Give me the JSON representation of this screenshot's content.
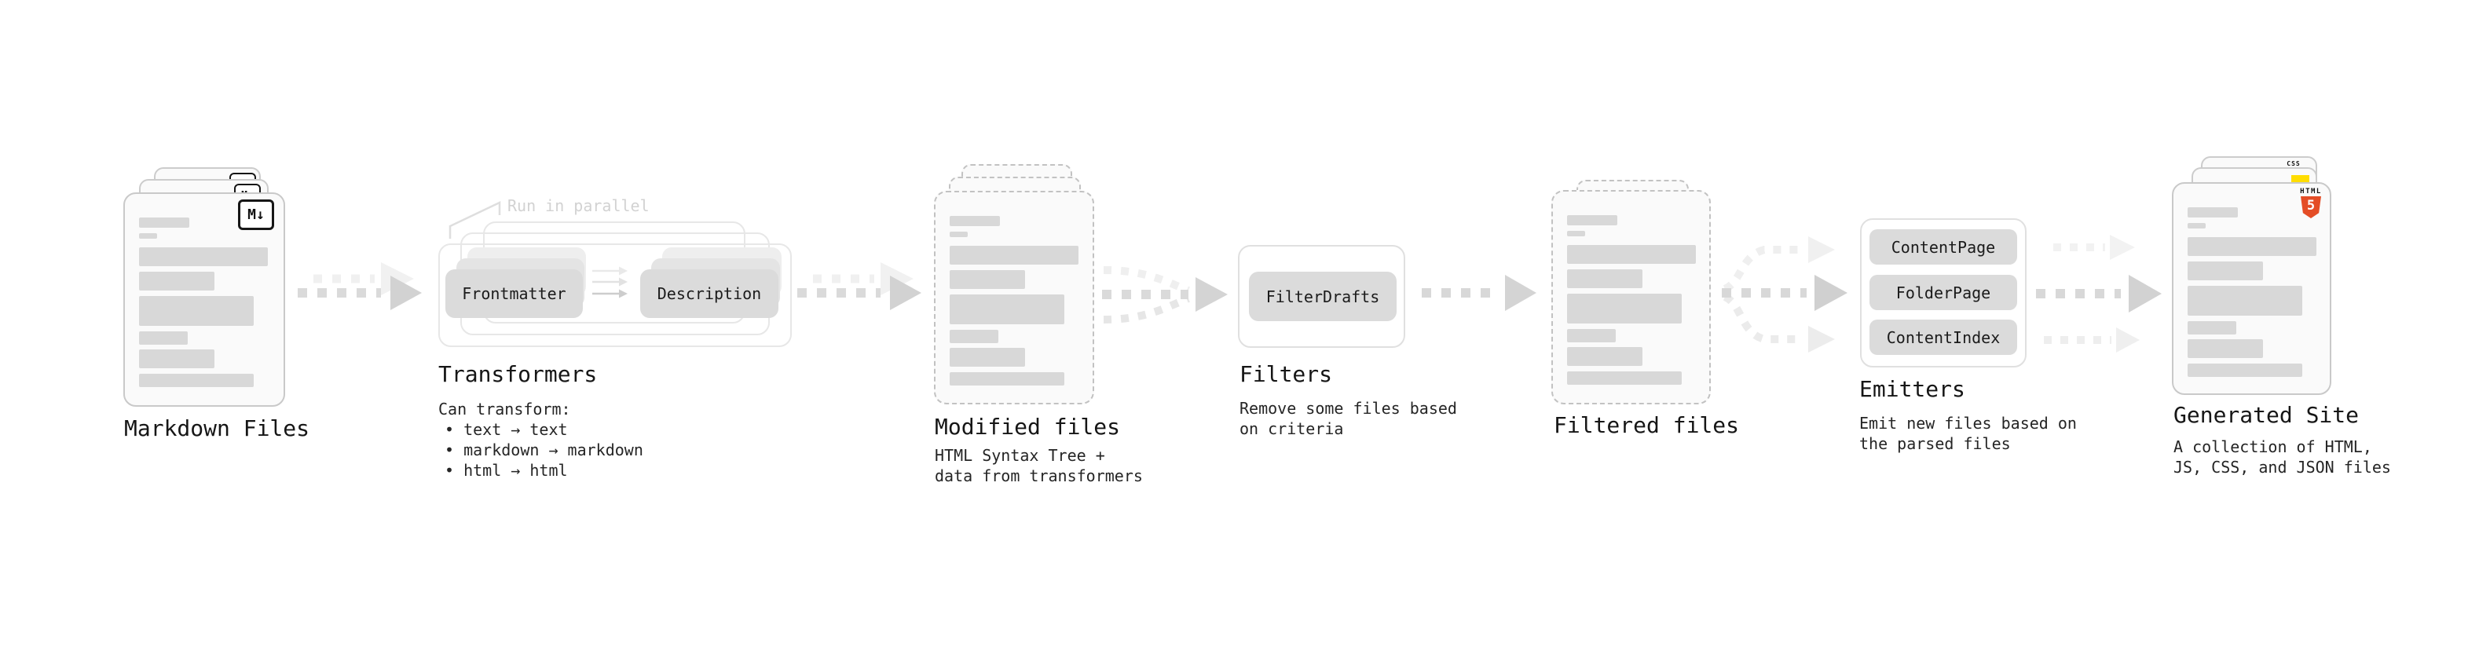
{
  "stages": {
    "markdown": {
      "label": "Markdown Files",
      "badge": "M↓"
    },
    "transformers": {
      "label": "Transformers",
      "annotation": "Run in parallel",
      "pills": {
        "frontmatter": "Frontmatter",
        "description": "Description"
      },
      "desc_title": "Can transform:",
      "bullets": {
        "b1": "• text → text",
        "b2": "• markdown → markdown",
        "b3": "• html → html"
      }
    },
    "modified": {
      "label": "Modified files",
      "desc_line1": "HTML Syntax Tree +",
      "desc_line2": "data from transformers"
    },
    "filters": {
      "label": "Filters",
      "pill": "FilterDrafts",
      "desc_line1": "Remove some files based",
      "desc_line2": "on criteria"
    },
    "filtered": {
      "label": "Filtered files"
    },
    "emitters": {
      "label": "Emitters",
      "pills": {
        "p1": "ContentPage",
        "p2": "FolderPage",
        "p3": "ContentIndex"
      },
      "desc_line1": "Emit new files based on",
      "desc_line2": "the parsed files"
    },
    "generated": {
      "label": "Generated Site",
      "desc_line1": "A collection of HTML,",
      "desc_line2": "JS, CSS, and JSON files",
      "badges": {
        "html_text": "HTML",
        "html_number": "5",
        "css_text": "CSS"
      }
    }
  },
  "colors": {
    "html5_orange": "#e44d26",
    "js_yellow": "#ffdd00",
    "css_blue": "#2862e9",
    "card_border": "#c9c9c9",
    "pill_fill": "#dbdbdb",
    "arrow_dark": "#d8d8d8",
    "arrow_light": "#f0f0f0",
    "annotation_gray": "#d2d2d2"
  }
}
